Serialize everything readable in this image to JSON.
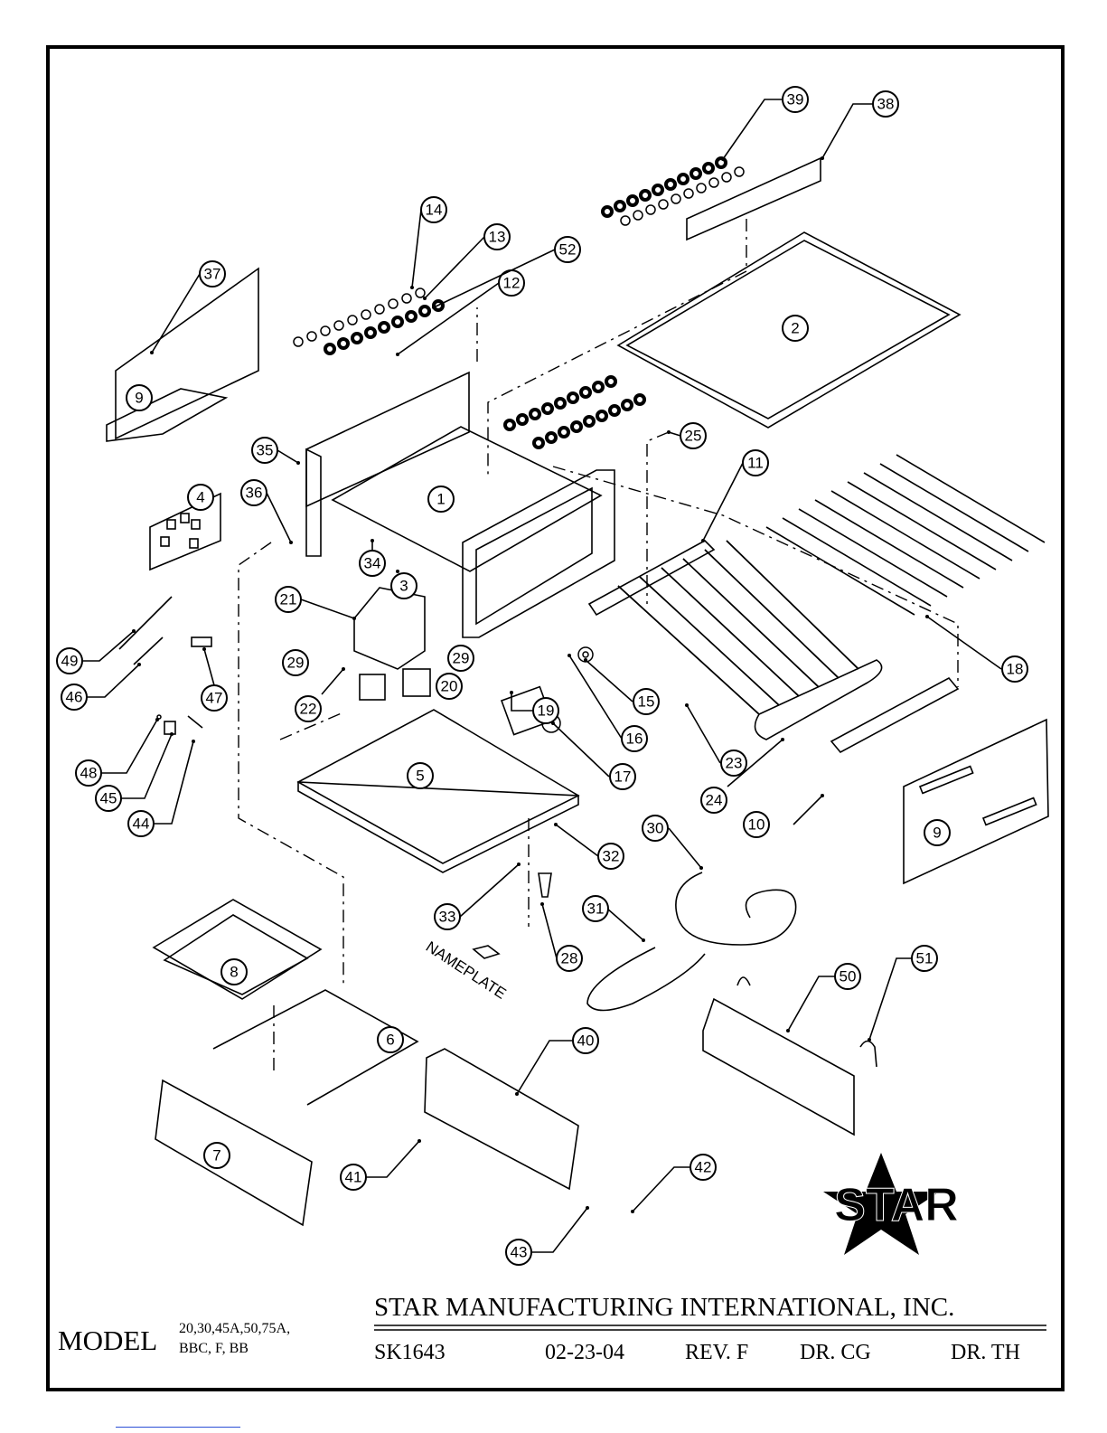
{
  "title_block": {
    "company": "STAR MANUFACTURING INTERNATIONAL, INC.",
    "model_label": "MODEL",
    "model_line1": "20,30,45A,50,75A,",
    "model_line2": "BBC, F, BB",
    "drawing_number": "SK1643",
    "date": "02-23-04",
    "revision": "REV. F",
    "drawn_by": "DR. CG",
    "checked_by": "DR. TH"
  },
  "logo_text": "STAR",
  "nameplate_label": "NAMEPLATE",
  "callouts": [
    "1",
    "2",
    "3",
    "4",
    "5",
    "6",
    "7",
    "8",
    "9",
    "9",
    "10",
    "11",
    "12",
    "13",
    "14",
    "15",
    "16",
    "17",
    "18",
    "19",
    "20",
    "21",
    "22",
    "23",
    "24",
    "25",
    "28",
    "29",
    "29",
    "30",
    "31",
    "32",
    "33",
    "34",
    "35",
    "36",
    "37",
    "38",
    "39",
    "40",
    "41",
    "42",
    "43",
    "44",
    "45",
    "46",
    "47",
    "48",
    "49",
    "50",
    "51",
    "52"
  ]
}
